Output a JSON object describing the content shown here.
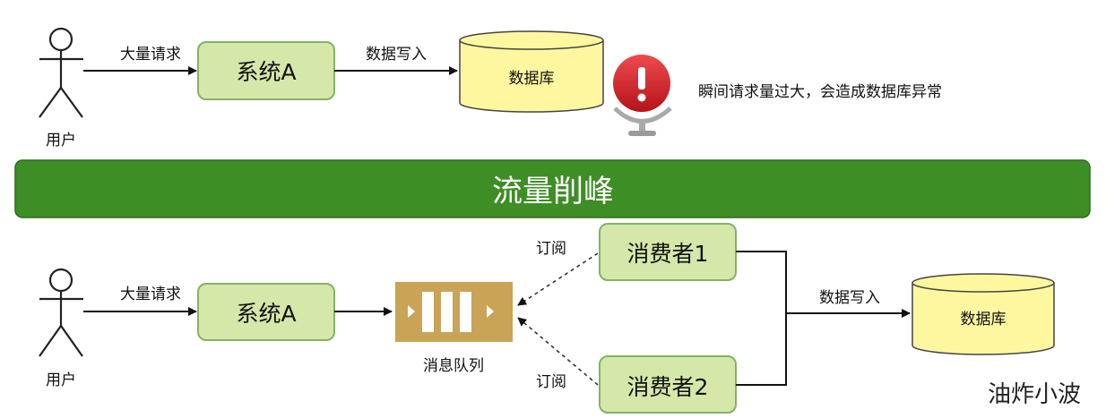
{
  "top": {
    "user_label": "用户",
    "request_label": "大量请求",
    "system_label": "系统A",
    "write_label": "数据写入",
    "db_label": "数据库",
    "warning_text": "瞬间请求量过大，会造成数据库异常"
  },
  "banner": {
    "title": "流量削峰"
  },
  "bottom": {
    "user_label": "用户",
    "request_label": "大量请求",
    "system_label": "系统A",
    "queue_label": "消息队列",
    "subscribe_label_1": "订阅",
    "subscribe_label_2": "订阅",
    "consumer1_label": "消费者1",
    "consumer2_label": "消费者2",
    "write_label": "数据写入",
    "db_label": "数据库"
  },
  "watermark": "油炸小波",
  "colors": {
    "box_fill": "#d5e8a9",
    "box_stroke": "#82b366",
    "db_fill": "#fff7a0",
    "db_stroke": "#444444",
    "banner_fill": "#3e8e26",
    "queue_fill": "#c9a356",
    "alert_red": "#d7262c"
  }
}
